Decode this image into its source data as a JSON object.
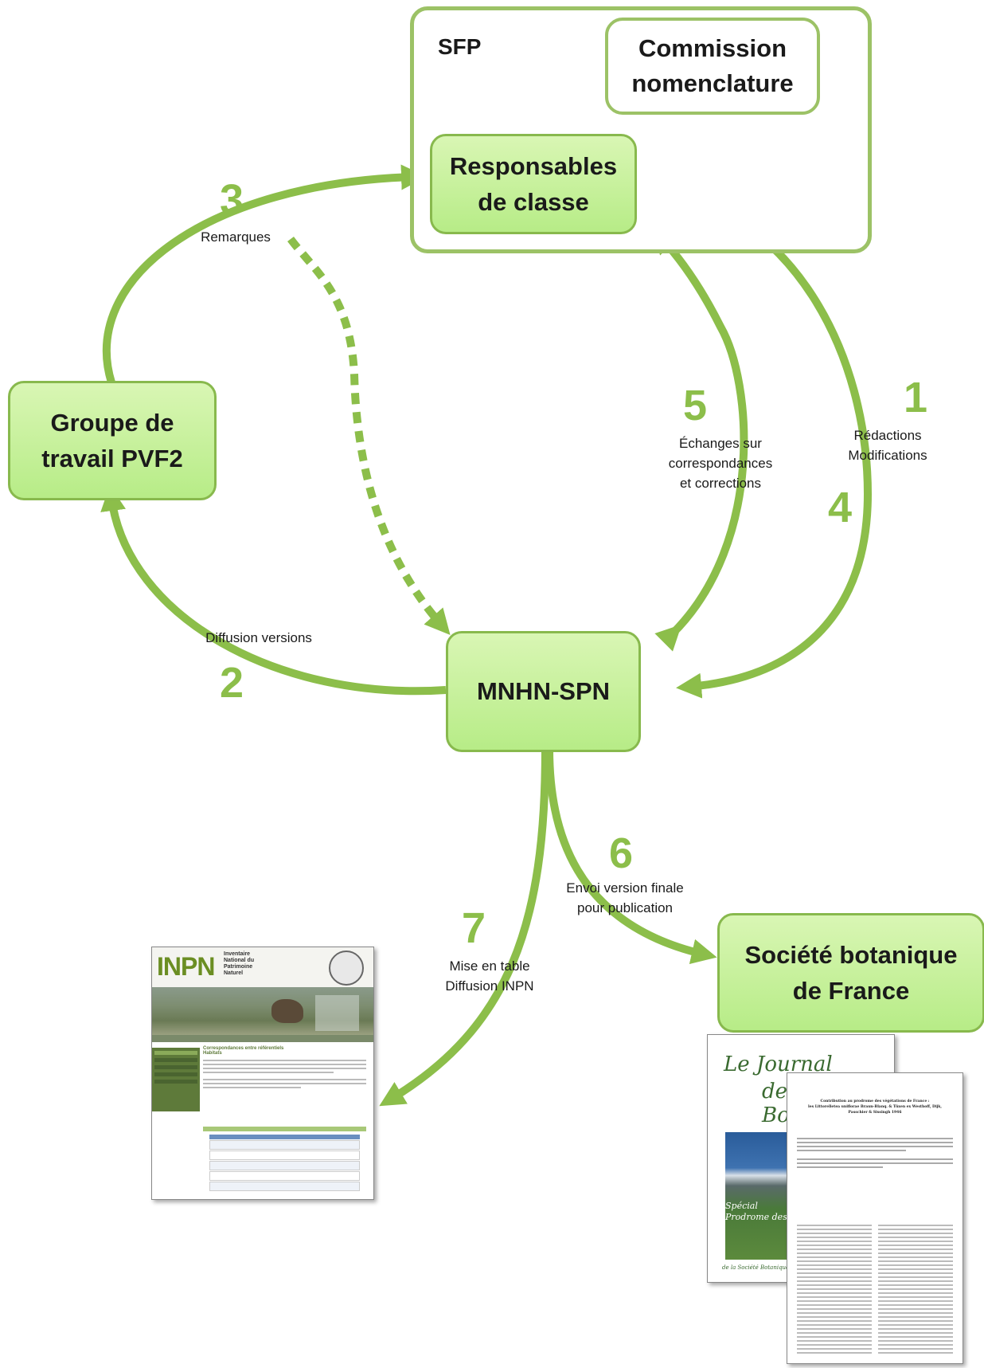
{
  "nodes": {
    "sfp": "SFP",
    "commission": "Commission nomenclature",
    "responsables": "Responsables de classe",
    "groupe": "Groupe de travail PVF2",
    "mnhn": "MNHN-SPN",
    "sbf": "Société botanique de France"
  },
  "steps": {
    "s1": {
      "number": "1",
      "label": "Rédactions\nModifications"
    },
    "s2": {
      "number": "2",
      "label": "Diffusion versions"
    },
    "s3": {
      "number": "3",
      "label": "Remarques"
    },
    "s4": {
      "number": "4",
      "label": ""
    },
    "s5": {
      "number": "5",
      "label": "Échanges sur\ncorrespondances\net corrections"
    },
    "s6": {
      "number": "6",
      "label": "Envoi version finale\npour publication"
    },
    "s7": {
      "number": "7",
      "label": "Mise en table\nDiffusion INPN"
    }
  },
  "inpn_thumbnail": {
    "logo": "INPN",
    "subtitle": "Inventaire\nNational du\nPatrimoine\nNaturel",
    "page_title": "Correspondances entre référentiels Habitats"
  },
  "journal_thumbnail": {
    "title_line1": "Le Journal",
    "title_line2": "de Botanique",
    "subtitle": "Spécial\nProdrome des végétations",
    "footer": "de la Société Botanique de France",
    "article_title": "Contribution au prodrome des végétations de France :\nles Littorelletea uniflorae Braun-Blanq. & Tüxen ex Westhoff, Dijk,\nPasschier & Sissingh 1946"
  },
  "colors": {
    "arrow": "#8cbe4a",
    "node_border": "#88b94d",
    "node_fill": "#c6f19a",
    "number": "#8cbe4a"
  }
}
